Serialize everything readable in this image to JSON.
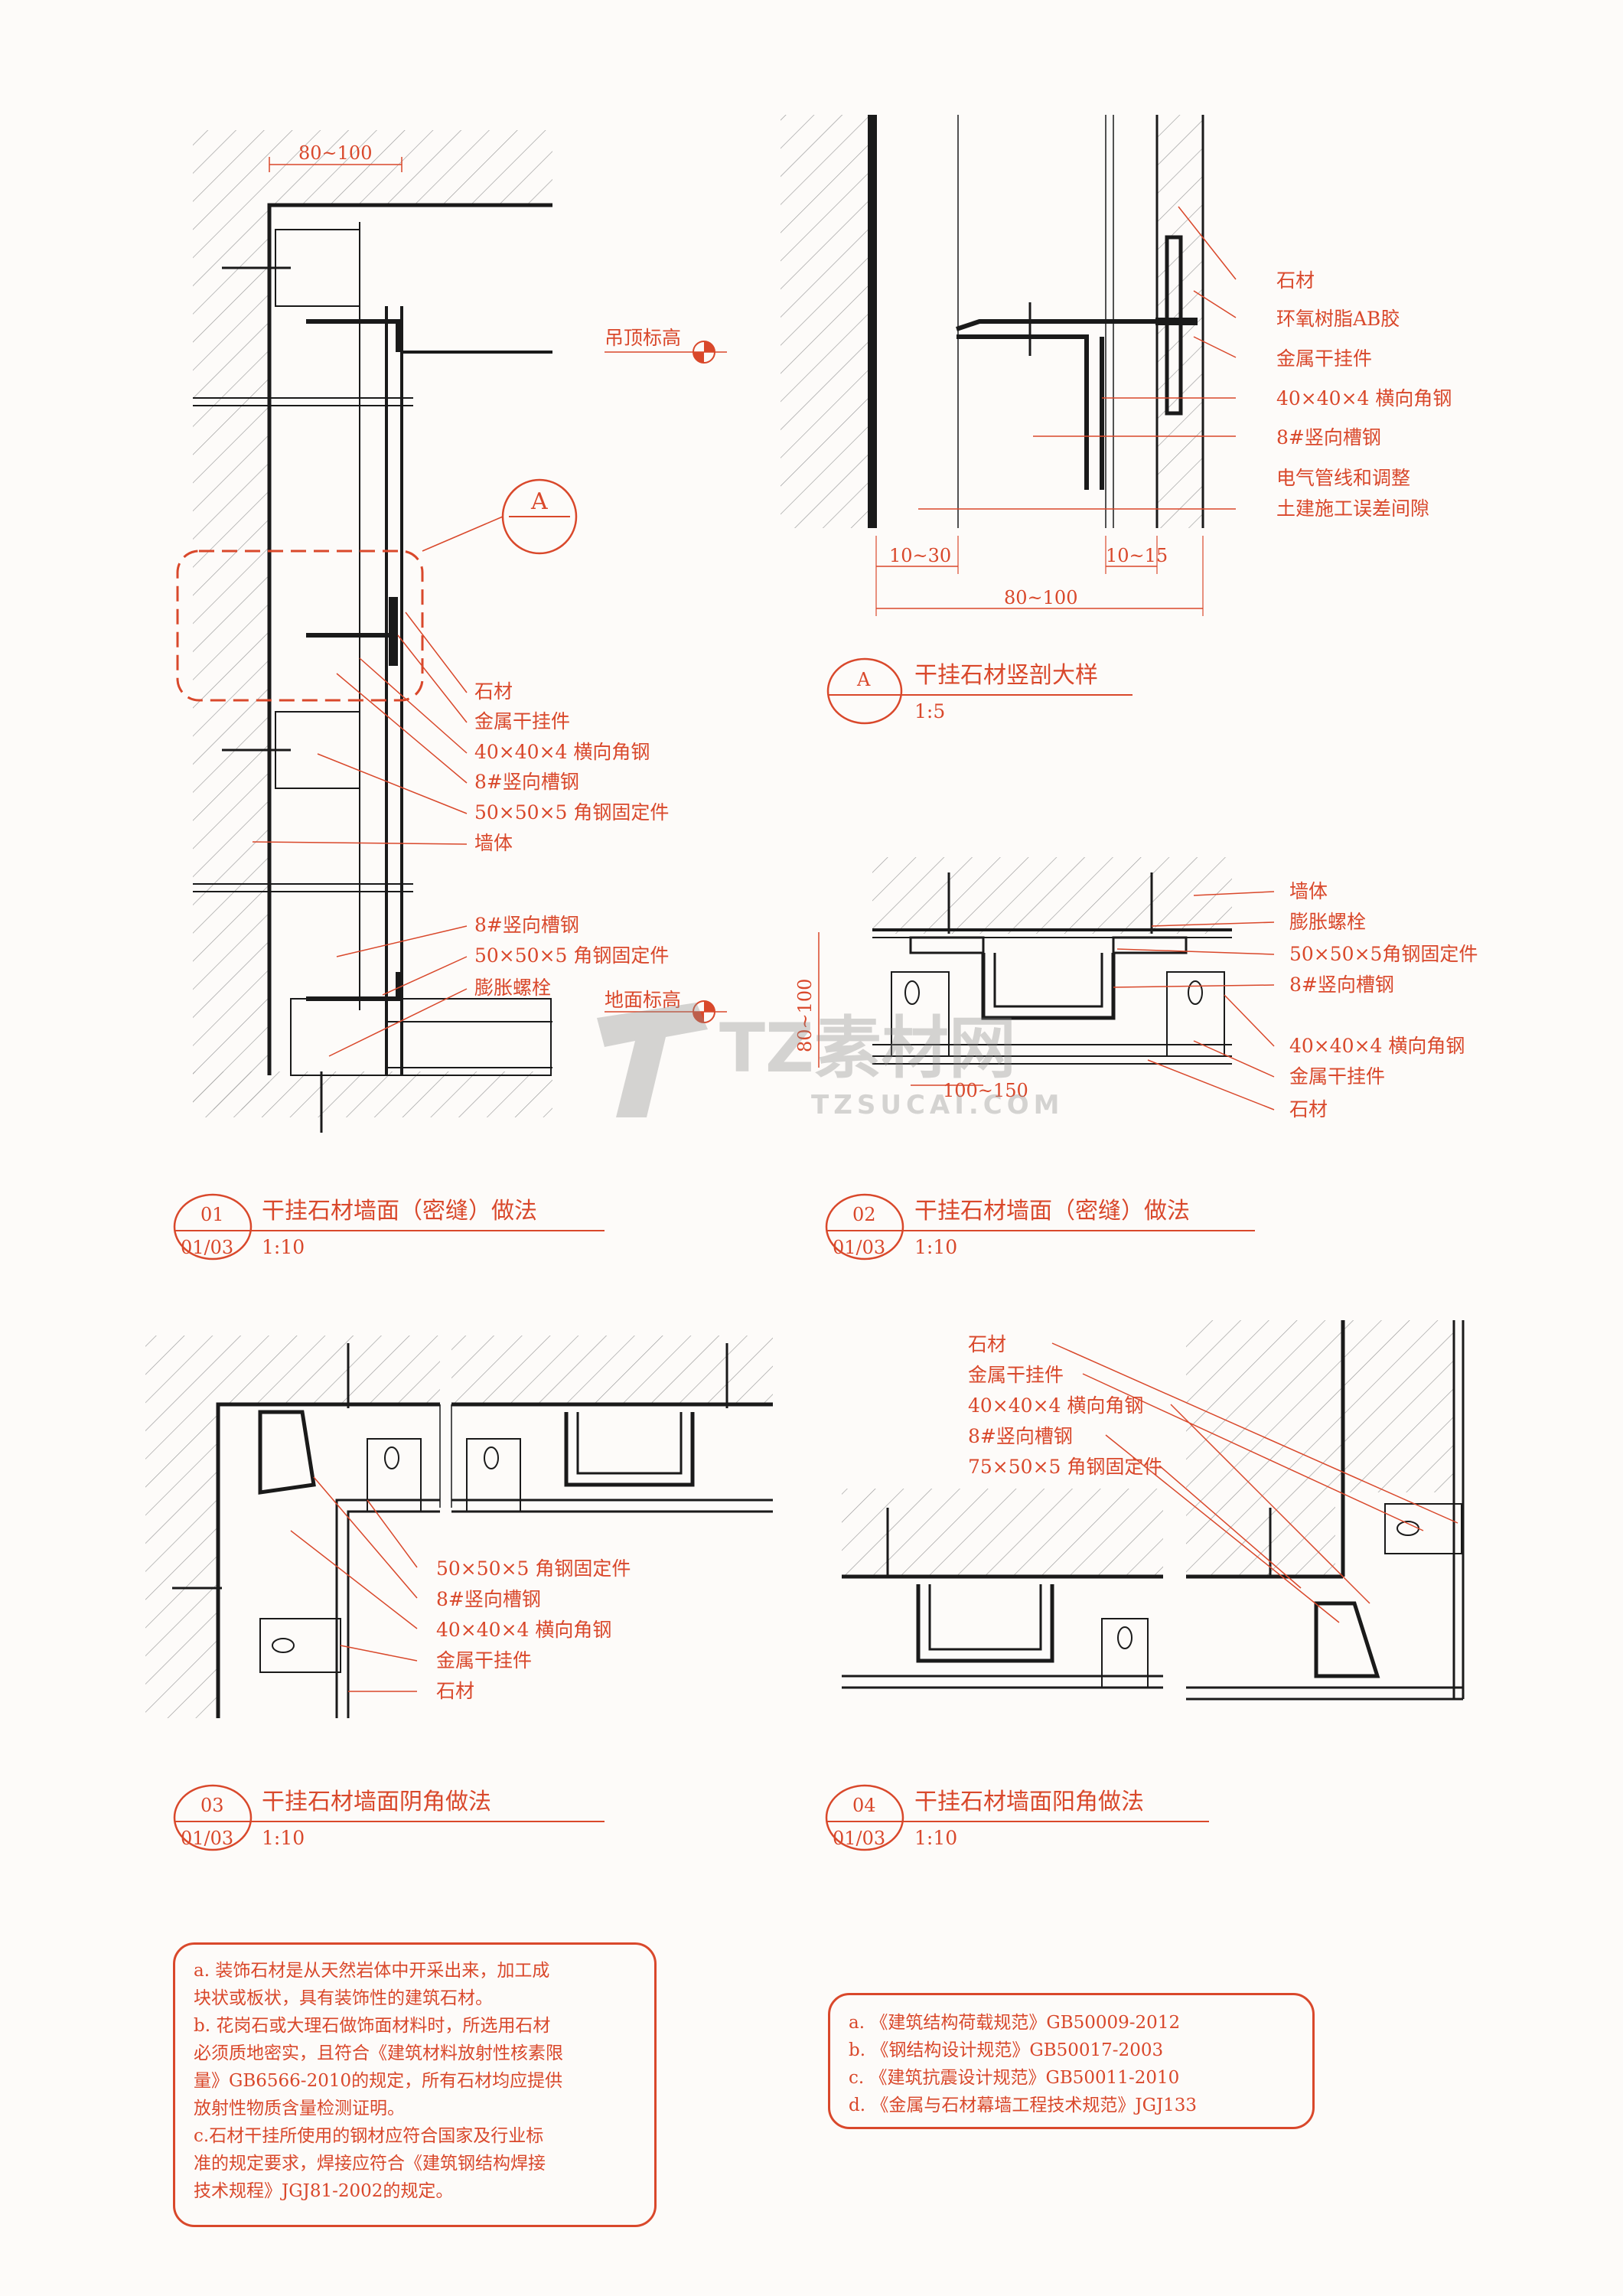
{
  "colors": {
    "accent": "#d9482b",
    "line": "#1a1a1a",
    "hatch": "#9a9a9a"
  },
  "detail01": {
    "num": "01",
    "ref": "01/03",
    "title": "干挂石材墙面（密缝）做法",
    "scale": "1:10",
    "dim_top": "80~100",
    "ceiling_label": "吊顶标高",
    "floor_label": "地面标高",
    "callout_letter": "A",
    "labels_mid": [
      "石材",
      "金属干挂件",
      "40×40×4 横向角钢",
      "8#竖向槽钢",
      "50×50×5 角钢固定件",
      "墙体"
    ],
    "labels_bot": [
      "8#竖向槽钢",
      "50×50×5 角钢固定件",
      "膨胀螺栓"
    ]
  },
  "detailA": {
    "letter": "A",
    "title": "干挂石材竖剖大样",
    "scale": "1:5",
    "labels": [
      "石材",
      "环氧树脂AB胶",
      "金属干挂件",
      "40×40×4 横向角钢",
      "8#竖向槽钢",
      "电气管线和调整",
      "土建施工误差间隙"
    ],
    "dims": [
      "10~30",
      "10~15",
      "80~100"
    ]
  },
  "detail02": {
    "num": "02",
    "ref": "01/03",
    "title": "干挂石材墙面（密缝）做法",
    "scale": "1:10",
    "labels": [
      "墙体",
      "膨胀螺栓",
      "50×50×5角钢固定件",
      "8#竖向槽钢",
      "40×40×4 横向角钢",
      "金属干挂件",
      "石材"
    ],
    "dims": [
      "80~100",
      "100~150"
    ]
  },
  "detail03": {
    "num": "03",
    "ref": "01/03",
    "title": "干挂石材墙面阴角做法",
    "scale": "1:10",
    "labels": [
      "50×50×5 角钢固定件",
      "8#竖向槽钢",
      "40×40×4 横向角钢",
      "金属干挂件",
      "石材"
    ]
  },
  "detail04": {
    "num": "04",
    "ref": "01/03",
    "title": "干挂石材墙面阳角做法",
    "scale": "1:10",
    "labels": [
      "石材",
      "金属干挂件",
      "40×40×4 横向角钢",
      "8#竖向槽钢",
      "75×50×5 角钢固定件"
    ]
  },
  "notes_left": [
    "a. 装饰石材是从天然岩体中开采出来，加工成",
    "块状或板状，具有装饰性的建筑石材。",
    "b. 花岗石或大理石做饰面材料时，所选用石材",
    "必须质地密实，且符合《建筑材料放射性核素限",
    "量》GB6566-2010的规定，所有石材均应提供",
    "放射性物质含量检测证明。",
    "c.石材干挂所使用的钢材应符合国家及行业标",
    "准的规定要求，焊接应符合《建筑钢结构焊接",
    "技术规程》JGJ81-2002的规定。"
  ],
  "notes_right": [
    "a. 《建筑结构荷载规范》GB50009-2012",
    "b. 《钢结构设计规范》GB50017-2003",
    "c. 《建筑抗震设计规范》GB50011-2010",
    "d. 《金属与石材幕墙工程技术规范》JGJ133"
  ],
  "watermark": {
    "brand": "TZ素材网",
    "url": "TZSUCAI.COM"
  }
}
